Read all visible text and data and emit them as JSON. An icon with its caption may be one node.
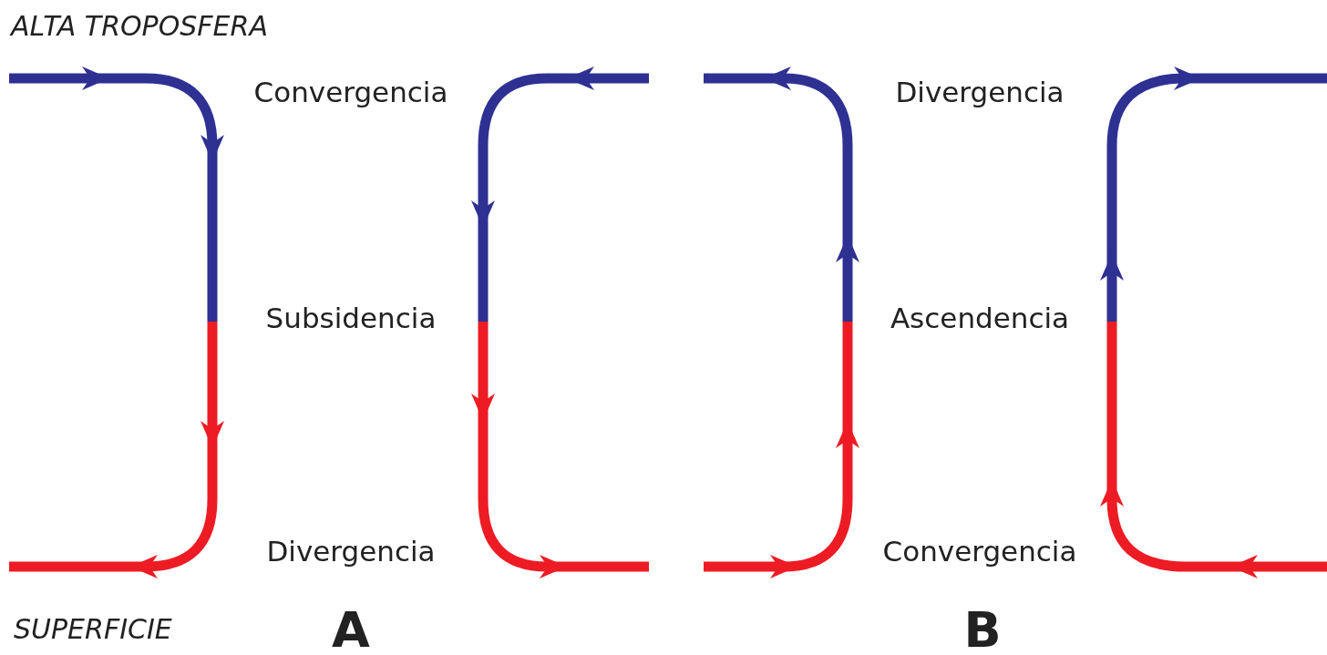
{
  "diagram": {
    "labels": [
      "ALTA TROPOSFERA",
      "Convergencia",
      "Divergencia",
      "Subsidencia",
      "Ascendencia",
      "Divergencia",
      "Convergencia",
      "SUPERFICIE",
      "A",
      "B"
    ]
  }
}
